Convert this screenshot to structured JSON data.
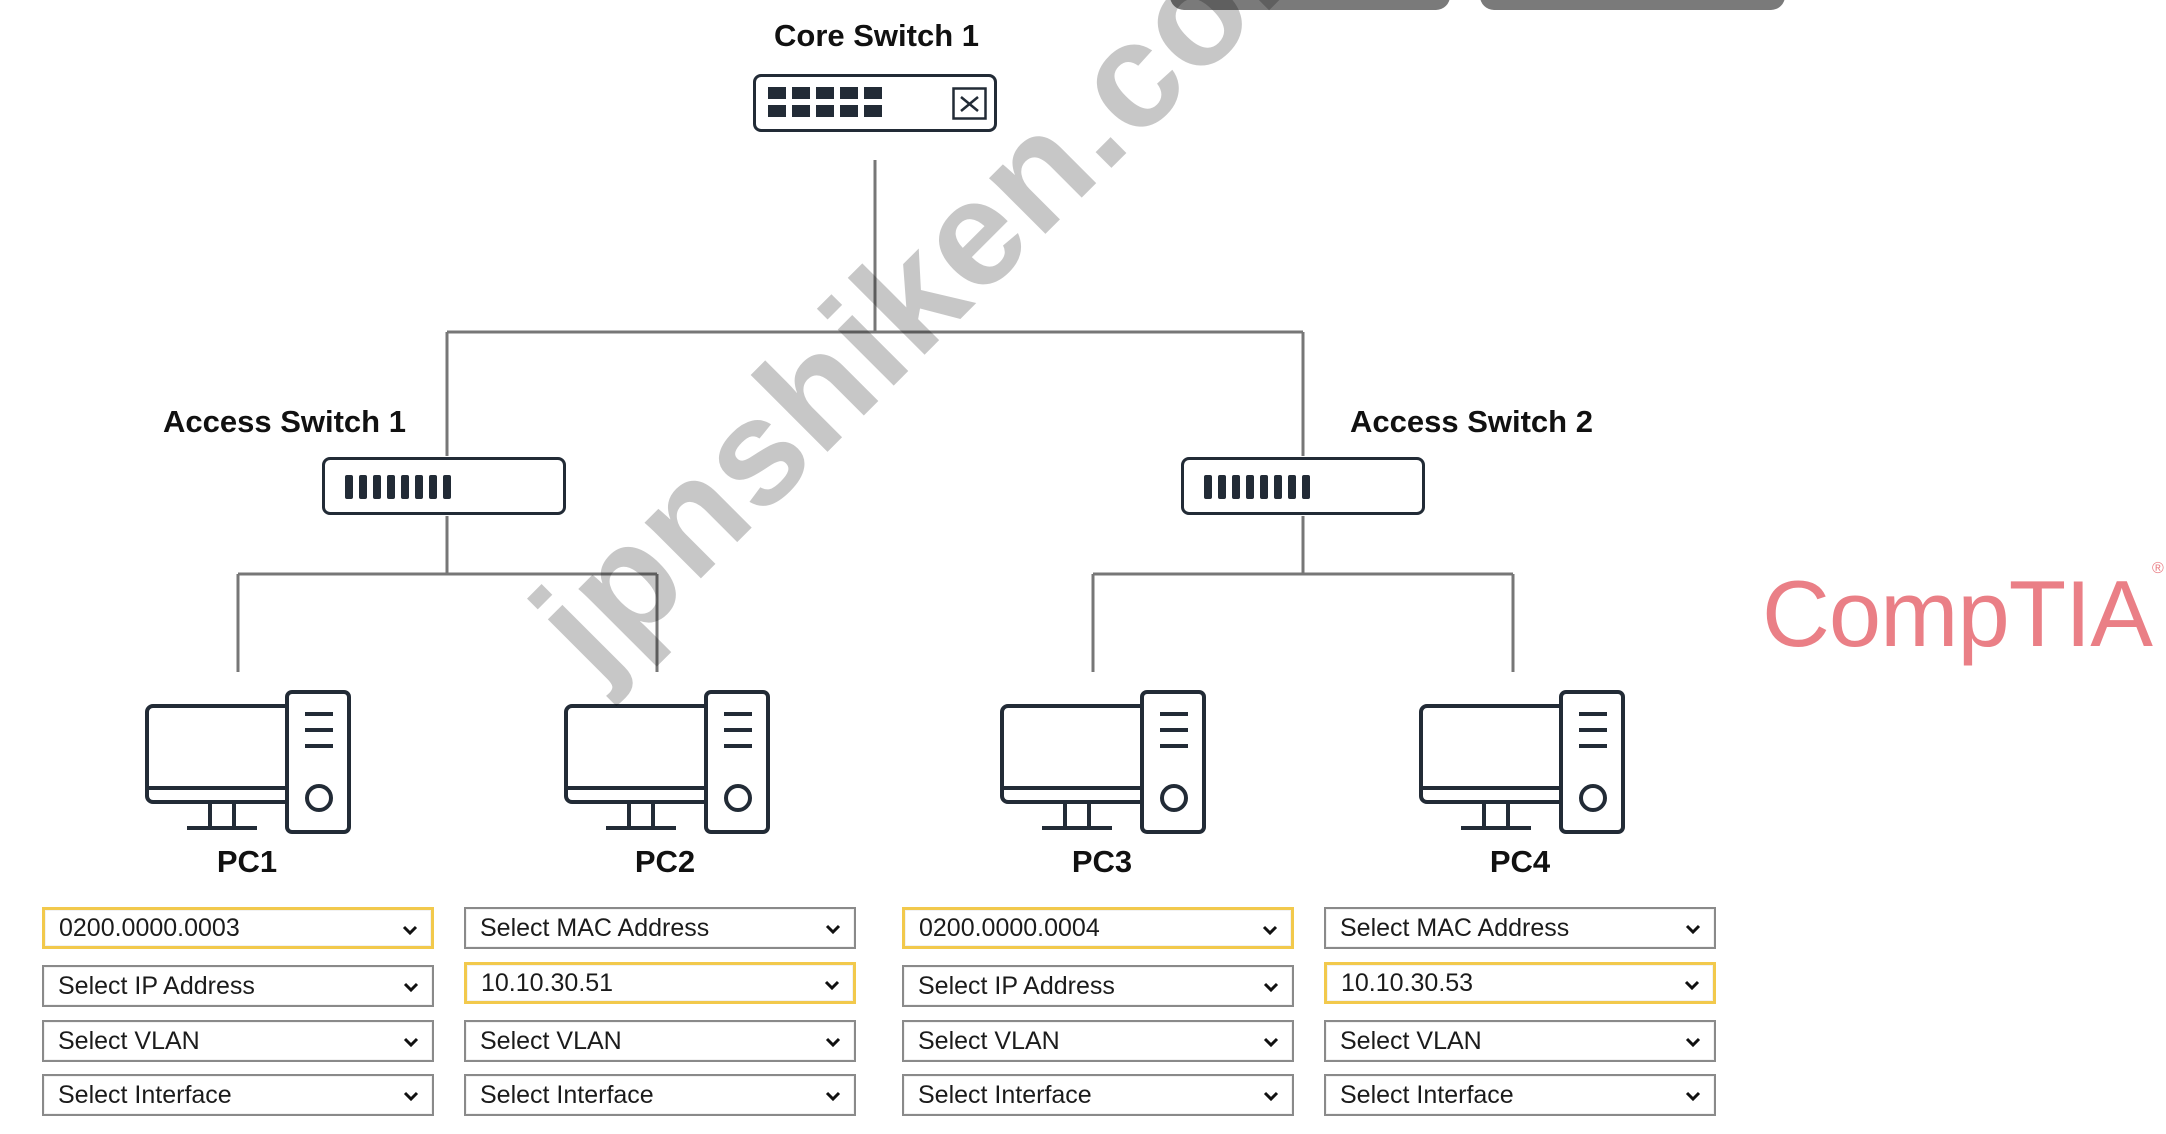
{
  "topology": {
    "core_switch_label": "Core Switch 1",
    "access_switch_1_label": "Access Switch 1",
    "access_switch_2_label": "Access Switch 2",
    "pcs": [
      {
        "label": "PC1",
        "mac": "0200.0000.0003",
        "ip": "Select IP Address",
        "vlan": "Select VLAN",
        "interface": "Select Interface"
      },
      {
        "label": "PC2",
        "mac": "Select MAC Address",
        "ip": "10.10.30.51",
        "vlan": "Select VLAN",
        "interface": "Select Interface"
      },
      {
        "label": "PC3",
        "mac": "0200.0000.0004",
        "ip": "Select IP Address",
        "vlan": "Select VLAN",
        "interface": "Select Interface"
      },
      {
        "label": "PC4",
        "mac": "Select MAC Address",
        "ip": "10.10.30.53",
        "vlan": "Select VLAN",
        "interface": "Select Interface"
      }
    ]
  },
  "branding": {
    "logo_text": "CompTIA",
    "watermark": "jpnshiken.com"
  },
  "colors": {
    "highlight_border": "#f2c94c",
    "logo": "#ea7f86",
    "line": "#777777",
    "device_stroke": "#222b36"
  },
  "icons": {
    "dropdown": "chevron-down-icon",
    "switch": "switch-icon",
    "pc": "desktop-pc-icon"
  }
}
